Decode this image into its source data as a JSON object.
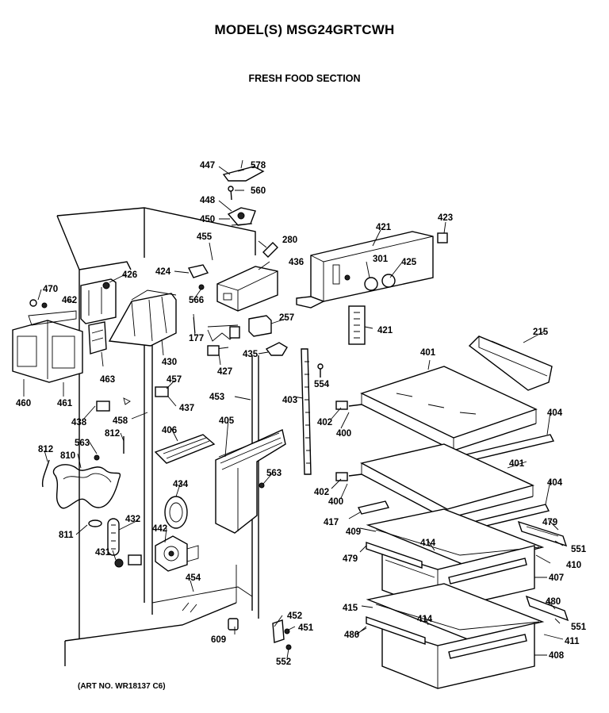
{
  "header": {
    "model": "MODEL(S) MSG24GRTCWH",
    "section": "FRESH FOOD SECTION"
  },
  "footer": {
    "art_no": "(ART NO. WR18137 C6)"
  },
  "parts": [
    {
      "id": "p447",
      "text": "447"
    },
    {
      "id": "p578",
      "text": "578"
    },
    {
      "id": "p560",
      "text": "560"
    },
    {
      "id": "p448",
      "text": "448"
    },
    {
      "id": "p450",
      "text": "450"
    },
    {
      "id": "p280",
      "text": "280"
    },
    {
      "id": "p455",
      "text": "455"
    },
    {
      "id": "p436",
      "text": "436"
    },
    {
      "id": "p421a",
      "text": "421"
    },
    {
      "id": "p423",
      "text": "423"
    },
    {
      "id": "p424",
      "text": "424"
    },
    {
      "id": "p426",
      "text": "426"
    },
    {
      "id": "p301",
      "text": "301"
    },
    {
      "id": "p425",
      "text": "425"
    },
    {
      "id": "p470",
      "text": "470"
    },
    {
      "id": "p462",
      "text": "462"
    },
    {
      "id": "p566",
      "text": "566"
    },
    {
      "id": "p257",
      "text": "257"
    },
    {
      "id": "p421b",
      "text": "421"
    },
    {
      "id": "p215",
      "text": "215"
    },
    {
      "id": "p177",
      "text": "177"
    },
    {
      "id": "p463",
      "text": "463"
    },
    {
      "id": "p430",
      "text": "430"
    },
    {
      "id": "p427",
      "text": "427"
    },
    {
      "id": "p435",
      "text": "435"
    },
    {
      "id": "p401a",
      "text": "401"
    },
    {
      "id": "p554",
      "text": "554"
    },
    {
      "id": "p460",
      "text": "460"
    },
    {
      "id": "p461",
      "text": "461"
    },
    {
      "id": "p457",
      "text": "457"
    },
    {
      "id": "p453",
      "text": "453"
    },
    {
      "id": "p403",
      "text": "403"
    },
    {
      "id": "p438",
      "text": "438"
    },
    {
      "id": "p437",
      "text": "437"
    },
    {
      "id": "p458",
      "text": "458"
    },
    {
      "id": "p402a",
      "text": "402"
    },
    {
      "id": "p404a",
      "text": "404"
    },
    {
      "id": "p400a",
      "text": "400"
    },
    {
      "id": "p812a",
      "text": "812"
    },
    {
      "id": "p405",
      "text": "405"
    },
    {
      "id": "p406",
      "text": "406"
    },
    {
      "id": "p563a",
      "text": "563"
    },
    {
      "id": "p812b",
      "text": "812"
    },
    {
      "id": "p810",
      "text": "810"
    },
    {
      "id": "p401b",
      "text": "401"
    },
    {
      "id": "p563b",
      "text": "563"
    },
    {
      "id": "p434",
      "text": "434"
    },
    {
      "id": "p402b",
      "text": "402"
    },
    {
      "id": "p404b",
      "text": "404"
    },
    {
      "id": "p400b",
      "text": "400"
    },
    {
      "id": "p417",
      "text": "417"
    },
    {
      "id": "p432",
      "text": "432"
    },
    {
      "id": "p479a",
      "text": "479"
    },
    {
      "id": "p409",
      "text": "409"
    },
    {
      "id": "p811",
      "text": "811"
    },
    {
      "id": "p442",
      "text": "442"
    },
    {
      "id": "p414a",
      "text": "414"
    },
    {
      "id": "p551a",
      "text": "551"
    },
    {
      "id": "p431",
      "text": "431"
    },
    {
      "id": "p479b",
      "text": "479"
    },
    {
      "id": "p410",
      "text": "410"
    },
    {
      "id": "p407",
      "text": "407"
    },
    {
      "id": "p454",
      "text": "454"
    },
    {
      "id": "p480a",
      "text": "480"
    },
    {
      "id": "p415",
      "text": "415"
    },
    {
      "id": "p414b",
      "text": "414"
    },
    {
      "id": "p452",
      "text": "452"
    },
    {
      "id": "p551b",
      "text": "551"
    },
    {
      "id": "p609",
      "text": "609"
    },
    {
      "id": "p451",
      "text": "451"
    },
    {
      "id": "p480b",
      "text": "480"
    },
    {
      "id": "p411",
      "text": "411"
    },
    {
      "id": "p408",
      "text": "408"
    },
    {
      "id": "p552",
      "text": "552"
    }
  ]
}
